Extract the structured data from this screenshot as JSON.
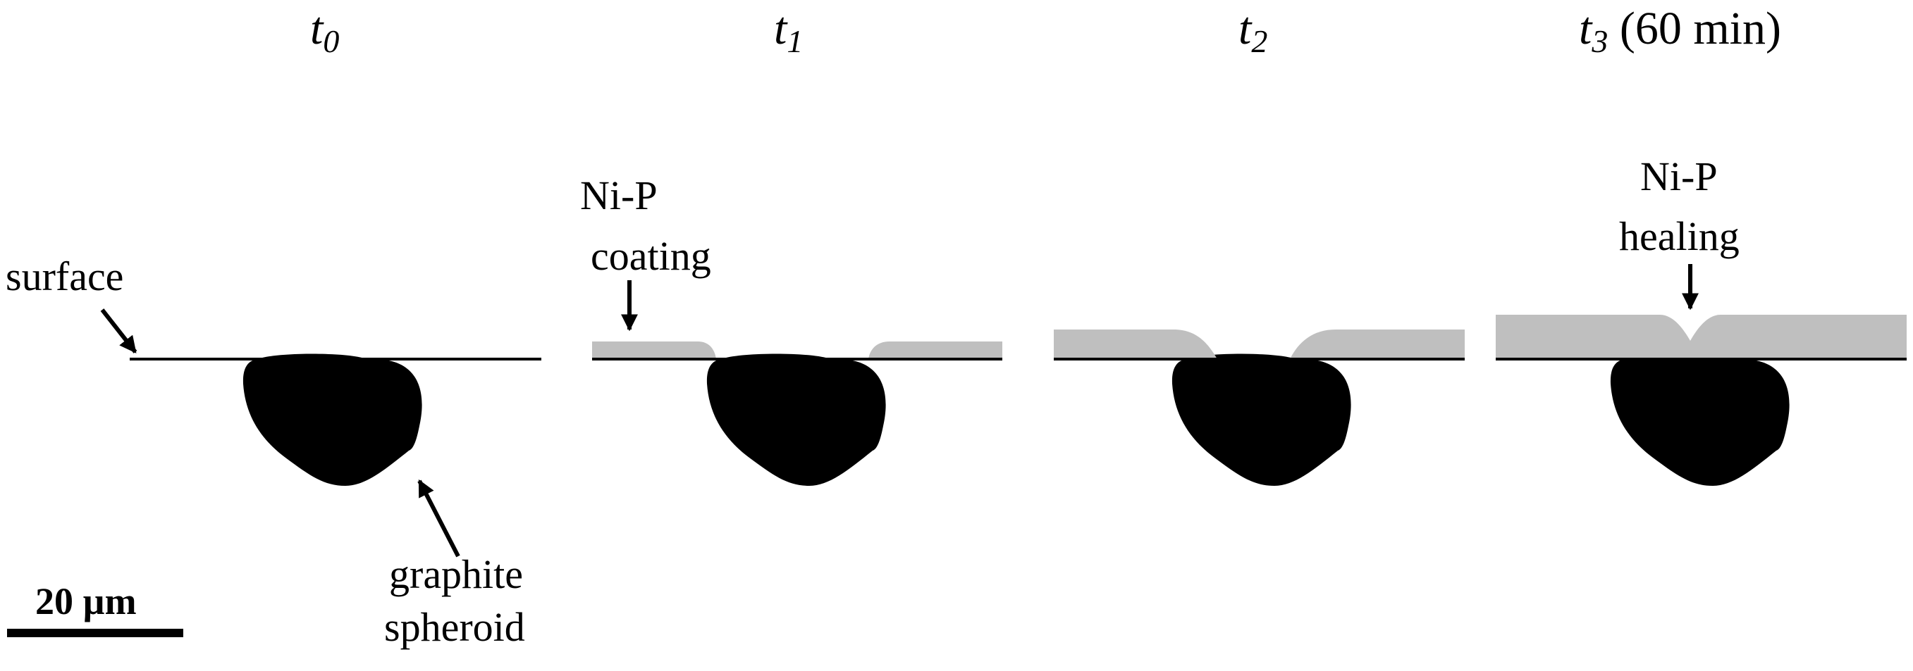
{
  "panels": [
    {
      "title_main": "t",
      "title_sub": "0",
      "title_suffix": ""
    },
    {
      "title_main": "t",
      "title_sub": "1",
      "title_suffix": ""
    },
    {
      "title_main": "t",
      "title_sub": "2",
      "title_suffix": ""
    },
    {
      "title_main": "t",
      "title_sub": "3",
      "title_suffix": " (60 min)"
    }
  ],
  "labels": {
    "surface": "surface",
    "graphite_line1": "graphite",
    "graphite_line2": "spheroid",
    "coating_line1": "Ni-P",
    "coating_line2": "coating",
    "healing_line1": "Ni-P",
    "healing_line2": "healing"
  },
  "scale_bar": {
    "label": "20 µm"
  },
  "colors": {
    "graphite": "#000000",
    "coating": "#bfbfbf",
    "surface_line": "#000000",
    "text": "#000000"
  }
}
